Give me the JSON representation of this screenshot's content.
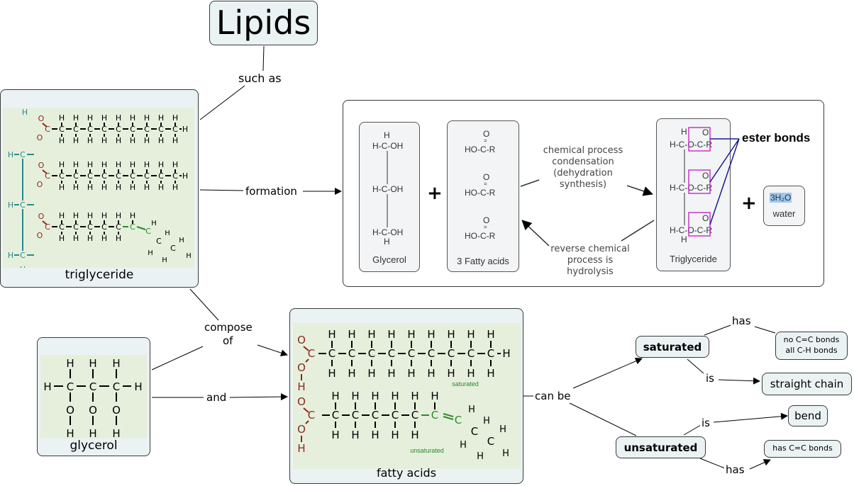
{
  "title": "Lipids",
  "links": {
    "such_as": "such as",
    "formation": "formation",
    "compose_of_1": "compose",
    "compose_of_2": "of",
    "and": "and",
    "can_be": "can be",
    "sat_has": "has",
    "sat_is": "is",
    "unsat_is": "is",
    "unsat_has": "has"
  },
  "nodes": {
    "triglyceride": "triglyceride",
    "glycerol": "glycerol",
    "fatty_acids": "fatty acids",
    "saturated": "saturated",
    "unsaturated": "unsaturated",
    "no_cc_line1": "no C=C bonds",
    "no_cc_line2": "all C-H bonds",
    "straight_chain": "straight chain",
    "bend": "bend",
    "has_cc": "has C=C bonds"
  },
  "reaction": {
    "glycerol_label": "Glycerol",
    "fatty_acids_label": "3 Fatty acids",
    "plus": "+",
    "condensation_l1": "chemical process",
    "condensation_l2": "condensation",
    "condensation_l3": "(dehydration",
    "condensation_l4": "synthesis)",
    "hydrolysis_l1": "reverse chemical",
    "hydrolysis_l2": "process is",
    "hydrolysis_l3": "hydrolysis",
    "triglyceride_label": "Triglyceride",
    "ester_bonds": "ester bonds",
    "water_formula": "3H₂O",
    "water_label": "water",
    "glycerol_rows": [
      "H-C-OH",
      "H-C-OH",
      "H-C-OH"
    ],
    "acid_rows": [
      "HO-C-R",
      "HO-C-R",
      "HO-C-R"
    ],
    "tri_rows": [
      "H-C-O-C-R",
      "H-C-O-C-R",
      "H-C-O-C-R"
    ]
  },
  "image_labels": {
    "saturated_caption": "saturated",
    "unsaturated_caption": "unsaturated"
  },
  "colors": {
    "node_fill": "#ebf2f4",
    "image_bg": "#e6efdc",
    "glycerol_teal": "#2a8a8a",
    "carboxyl_red": "#8b2a1a",
    "double_bond_green": "#2a8a2a",
    "ester_box_magenta": "#cc33cc",
    "ester_line_blue": "#1a1a9a",
    "water_highlight": "#9cc8f0"
  }
}
